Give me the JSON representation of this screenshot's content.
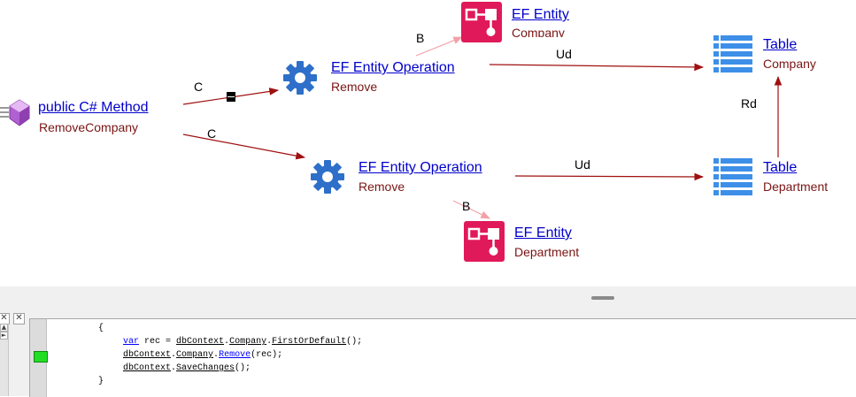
{
  "graph": {
    "nodes": {
      "method": {
        "title": " public C# Method",
        "subtitle": "RemoveCompany",
        "icon": "gem-icon"
      },
      "op_company": {
        "title": "EF Entity Operation",
        "subtitle": "Remove",
        "icon": "gear-icon"
      },
      "op_department": {
        "title": "EF Entity Operation",
        "subtitle": "Remove",
        "icon": "gear-icon"
      },
      "entity_company": {
        "title": "EF Entity",
        "subtitle": "Company",
        "icon": "entity-icon"
      },
      "entity_department": {
        "title": "EF Entity",
        "subtitle": "Department",
        "icon": "entity-icon"
      },
      "table_company": {
        "title": "Table",
        "subtitle": "Company",
        "icon": "table-icon"
      },
      "table_department": {
        "title": "Table",
        "subtitle": "Department",
        "icon": "table-icon"
      }
    },
    "edges": {
      "method_to_op_company": "C",
      "method_to_op_department": "C",
      "op_company_to_entity": "B",
      "op_department_to_entity": "B",
      "op_company_to_table": "Ud",
      "op_department_to_table": "Ud",
      "table_department_to_table_company": "Rd"
    },
    "colors": {
      "link": "#0000cc",
      "subtitle": "#7a1414",
      "edge": "#a01010",
      "edge_light": "#f4a0a8",
      "gear": "#2e6fc9",
      "entity": "#e0195a",
      "table": "#3d8fe8",
      "gem": "#b060d0"
    }
  },
  "code": {
    "line1": "{",
    "line2_kw": "var",
    "line2_mid": " rec = ",
    "line2_ctx": "dbContext",
    "line2_dot1": ".",
    "line2_company": "Company",
    "line2_dot2": ".",
    "line2_first": "FirstOrDefault",
    "line2_end": "();",
    "line3_ctx": "dbContext",
    "line3_dot1": ".",
    "line3_company": "Company",
    "line3_dot2": ".",
    "line3_remove": "Remove",
    "line3_end": "(rec);",
    "line4_ctx": "dbContext",
    "line4_dot": ".",
    "line4_save": "SaveChanges",
    "line4_end": "();",
    "line5": "}"
  },
  "panel": {
    "close_glyph": "✕",
    "arrow_up": "▲",
    "arrow_right": "►"
  }
}
